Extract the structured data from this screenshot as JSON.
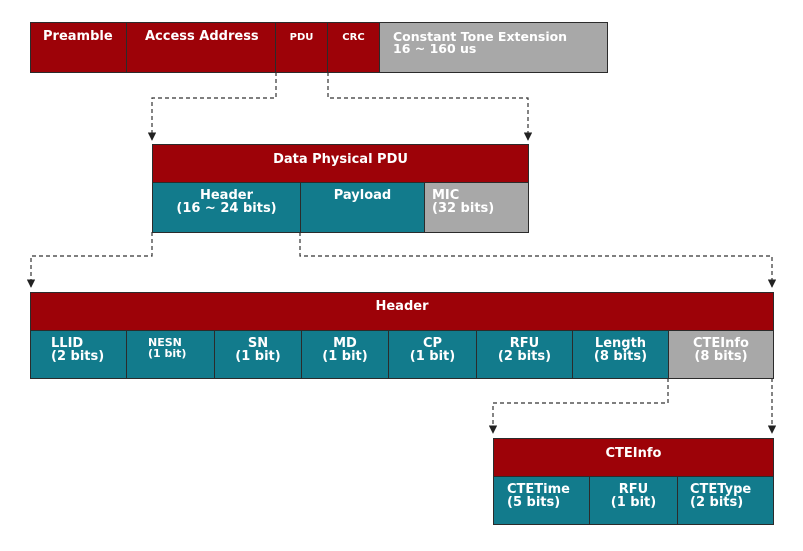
{
  "packet": {
    "preamble": "Preamble",
    "access_address": "Access Address",
    "pdu": "PDU",
    "crc": "CRC",
    "cte_title": "Constant Tone Extension",
    "cte_range": "16 ~ 160 us"
  },
  "data_pdu": {
    "title": "Data Physical PDU",
    "header": "Header\n(16 ~ 24 bits)",
    "payload": "Payload",
    "mic": "MIC\n(32 bits)"
  },
  "header": {
    "title": "Header",
    "fields": [
      "LLID\n(2 bits)",
      "NESN\n(1 bit)",
      "SN\n(1 bit)",
      "MD\n(1 bit)",
      "CP\n(1 bit)",
      "RFU\n(2 bits)",
      "Length\n(8 bits)",
      "CTEInfo\n(8 bits)"
    ]
  },
  "cteinfo": {
    "title": "CTEInfo",
    "fields": [
      "CTETime\n(5 bits)",
      "RFU\n(1 bit)",
      "CTEType\n(2 bits)"
    ]
  },
  "colors": {
    "red": "#9d0208",
    "teal": "#127b8c",
    "gray": "#a8a8a8"
  }
}
